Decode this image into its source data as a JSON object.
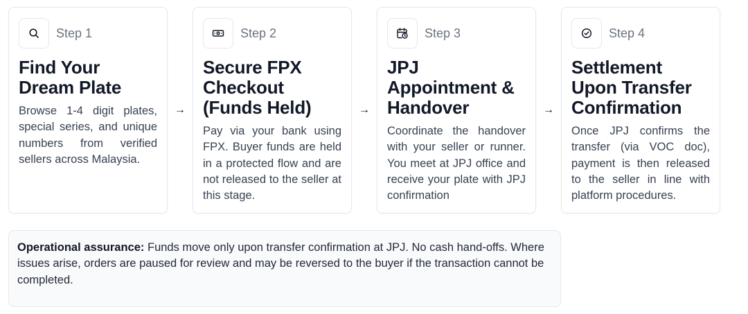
{
  "steps": [
    {
      "icon": "search-icon",
      "label": "Step 1",
      "title": "Find Your Dream Plate",
      "body": "Browse 1-4 digit plates, special series, and unique numbers from verified sellers across Malaysia."
    },
    {
      "icon": "money-icon",
      "label": "Step 2",
      "title": "Secure FPX Checkout (Funds Held)",
      "body": "Pay via your bank using FPX. Buyer funds are held in a protected flow and are not released to the seller at this stage."
    },
    {
      "icon": "calendar-clock-icon",
      "label": "Step 3",
      "title": "JPJ Appointment & Handover",
      "body": "Coordinate the handover with your seller or runner. You meet at JPJ office and receive your plate with JPJ confirmation"
    },
    {
      "icon": "check-circle-icon",
      "label": "Step 4",
      "title": "Settlement Upon Transfer Confirmation",
      "body": "Once JPJ confirms the transfer (via VOC doc), payment is then released to the seller in line with platform procedures."
    }
  ],
  "arrow": "→",
  "assurance": {
    "label": "Operational assurance:",
    "text": " Funds move only upon transfer confirmation at JPJ. No cash hand-offs. Where issues arise, orders are paused for review and may be reversed to the buyer if the transaction cannot be completed."
  }
}
